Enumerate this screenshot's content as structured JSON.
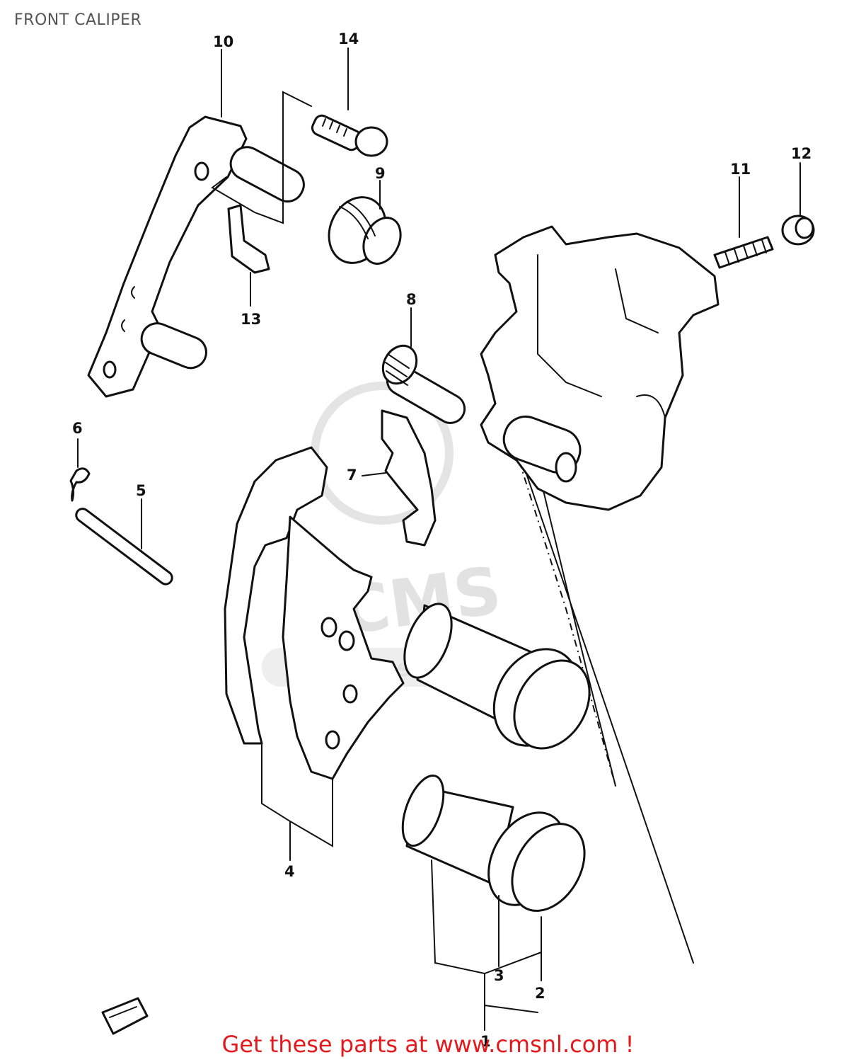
{
  "header": {
    "title": "FRONT CALIPER"
  },
  "watermark": {
    "logo": "CMS",
    "url": "www.cmsnl.com"
  },
  "callouts": [
    {
      "label": "1"
    },
    {
      "label": "2"
    },
    {
      "label": "3"
    },
    {
      "label": "4"
    },
    {
      "label": "5"
    },
    {
      "label": "6"
    },
    {
      "label": "7"
    },
    {
      "label": "8"
    },
    {
      "label": "9"
    },
    {
      "label": "10"
    },
    {
      "label": "11"
    },
    {
      "label": "12"
    },
    {
      "label": "13"
    },
    {
      "label": "14"
    }
  ],
  "footer": {
    "link_text": "Get these parts at www.cmsnl.com !"
  },
  "colors": {
    "line_art": "#111111",
    "title_text": "#555555",
    "link_text": "#e3191c",
    "watermark": "#e2e2e2"
  }
}
